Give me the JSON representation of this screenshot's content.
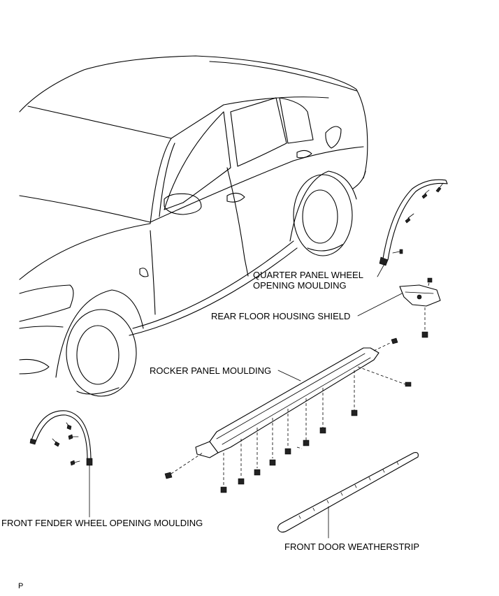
{
  "labels": {
    "quarter_line1": "QUARTER PANEL WHEEL",
    "quarter_line2": "OPENING MOULDING",
    "rear_floor": "REAR FLOOR HOUSING SHIELD",
    "rocker": "ROCKER PANEL MOULDING",
    "front_fender": "FRONT FENDER WHEEL OPENING MOULDING",
    "front_door": "FRONT DOOR WEATHERSTRIP",
    "corner_mark": "P"
  }
}
